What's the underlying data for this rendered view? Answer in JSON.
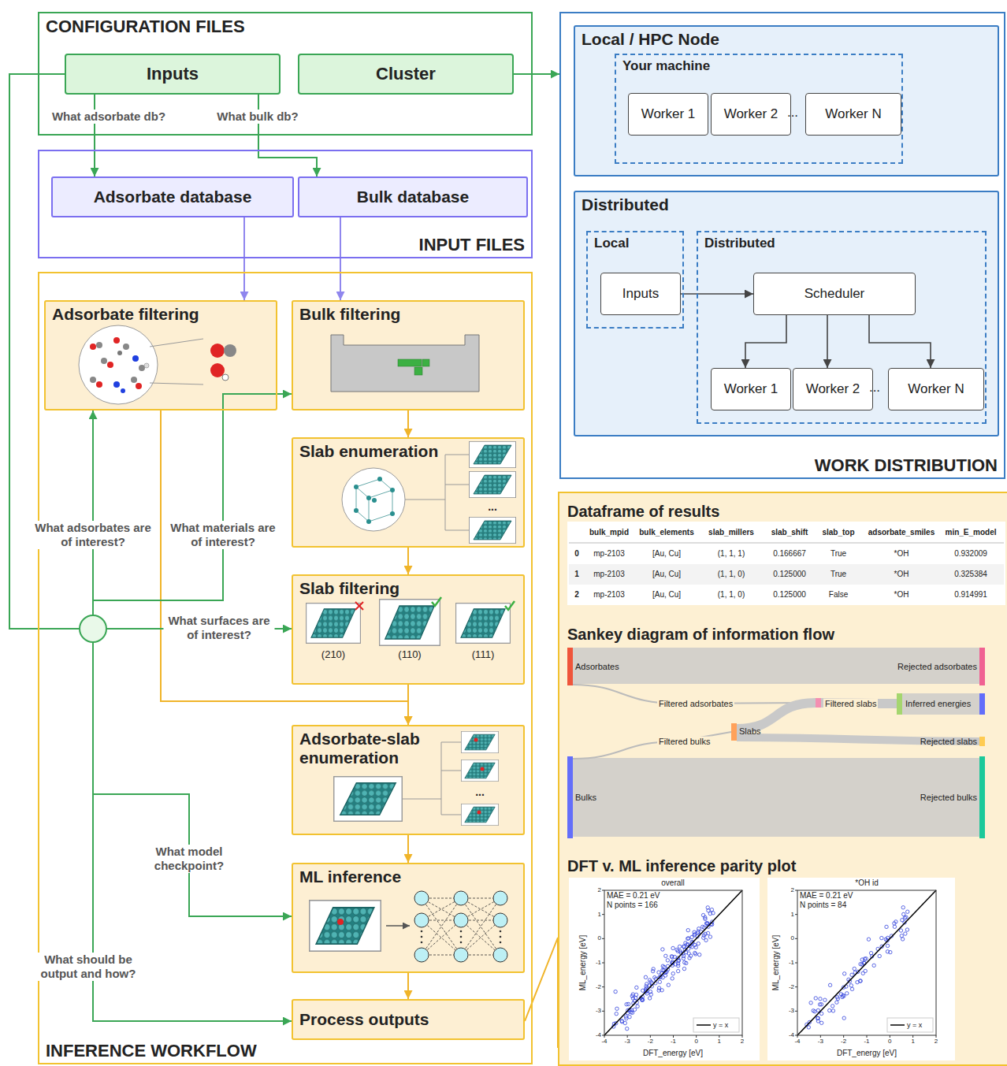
{
  "diagram": {
    "nodes": [
      {
        "text": [
          "CONFIGURATION FILES"
        ]
      },
      {
        "text": [
          "Inputs"
        ],
        "in": 0
      },
      {
        "text": [
          "Cluster"
        ],
        "in": 0
      },
      {
        "text": [
          "INPUT FILES"
        ]
      },
      {
        "text": [
          "Adsorbate database"
        ],
        "in": 3
      },
      {
        "text": [
          "Bulk database"
        ],
        "in": 3
      },
      {
        "text": [
          "INFERENCE WORKFLOW"
        ]
      },
      {
        "text": [
          "Adsorbate filtering"
        ],
        "in": 6
      },
      {
        "text": [
          "Bulk filtering"
        ],
        "in": 6
      },
      {
        "text": [
          "Slab enumeration"
        ],
        "in": 6
      },
      {
        "text": [
          "Slab filtering"
        ],
        "in": 6
      },
      {
        "text": [
          "Adsorbate-slab enumeration"
        ],
        "in": 6
      },
      {
        "text": [
          "ML inference"
        ],
        "in": 6
      },
      {
        "text": [
          "Process outputs"
        ],
        "in": 6
      },
      {
        "text": [
          "WORK DISTRIBUTION"
        ]
      },
      {
        "text": [
          "Local / HPC Node"
        ],
        "in": 14
      },
      {
        "text": [
          "Your machine"
        ],
        "in": 15
      },
      {
        "text": [
          "Worker 1"
        ],
        "in": 16
      },
      {
        "text": [
          "Worker 2"
        ],
        "in": 16
      },
      {
        "text": [
          "Worker N"
        ],
        "in": 16
      },
      {
        "text": [
          "Distributed"
        ],
        "in": 14
      },
      {
        "text": [
          "Local"
        ],
        "in": 20
      },
      {
        "text": [
          "Inputs"
        ],
        "in": 21
      },
      {
        "text": [
          "Distributed"
        ],
        "in": 20
      },
      {
        "text": [
          "Scheduler"
        ],
        "in": 23
      },
      {
        "text": [
          "Worker 1"
        ],
        "in": 23
      },
      {
        "text": [
          "Worker 2"
        ],
        "in": 23
      },
      {
        "text": [
          "Worker N"
        ],
        "in": 23
      },
      {
        "text": [
          "Dataframe of results",
          "Sankey diagram of information flow",
          "DFT v. ML inference parity plot"
        ]
      }
    ],
    "edges": [
      {
        "from": 1,
        "to": 4,
        "arrow": "to",
        "label": "What adsorbate db?"
      },
      {
        "from": 1,
        "to": 5,
        "arrow": "to",
        "label": "What bulk db?"
      },
      {
        "from": 2,
        "to": 14,
        "arrow": "to"
      },
      {
        "from": 4,
        "to": 7,
        "arrow": "to"
      },
      {
        "from": 5,
        "to": 8,
        "arrow": "to"
      },
      {
        "from": 8,
        "to": 9,
        "arrow": "to"
      },
      {
        "from": 9,
        "to": 10,
        "arrow": "to"
      },
      {
        "from": 10,
        "to": 11,
        "arrow": "to"
      },
      {
        "from": 7,
        "to": 11,
        "arrow": "to"
      },
      {
        "from": 11,
        "to": 12,
        "arrow": "to"
      },
      {
        "from": 12,
        "to": 13,
        "arrow": "to"
      },
      {
        "from": 1,
        "to": 7,
        "arrow": "to",
        "label": "What adsorbates are of interest?"
      },
      {
        "from": 1,
        "to": 8,
        "arrow": "to",
        "label": "What materials are of interest?"
      },
      {
        "from": 1,
        "to": 10,
        "arrow": "to",
        "label": "What surfaces are of interest?"
      },
      {
        "from": 1,
        "to": 12,
        "arrow": "to",
        "label": "What model checkpoint?"
      },
      {
        "from": 1,
        "to": 13,
        "arrow": "to",
        "label": "What should be output and how?"
      },
      {
        "from": 13,
        "to": 28,
        "arrow": "none"
      },
      {
        "from": 22,
        "to": 24,
        "arrow": "to"
      },
      {
        "from": 24,
        "to": 25,
        "arrow": "to"
      },
      {
        "from": 24,
        "to": 26,
        "arrow": "to"
      },
      {
        "from": 24,
        "to": 27,
        "arrow": "to"
      }
    ],
    "labels": [
      "...",
      "...",
      "...",
      "...",
      "(210)",
      "(110)",
      "(111)",
      "bulk_mpid",
      "bulk_elements",
      "slab_millers",
      "slab_shift",
      "slab_top",
      "adsorbate_smiles",
      "min_E_model",
      "0",
      "mp-2103",
      "[Au, Cu]",
      "(1, 1, 1)",
      "0.166667",
      "True",
      "*OH",
      "0.932009",
      "1",
      "mp-2103",
      "[Au, Cu]",
      "(1, 1, 0)",
      "0.125000",
      "True",
      "*OH",
      "0.325384",
      "2",
      "mp-2103",
      "[Au, Cu]",
      "(1, 1, 0)",
      "0.125000",
      "False",
      "*OH",
      "0.914991",
      "Adsorbates",
      "Rejected adsorbates",
      "Filtered adsorbates",
      "Filtered slabs",
      "Inferred energies",
      "Filtered bulks",
      "Slabs",
      "Rejected slabs",
      "Bulks",
      "Rejected bulks",
      "overall",
      "MAE = 0.21 eV",
      "N points = 166",
      "ML_energy [eV]",
      "DFT_energy [eV]",
      "*OH id",
      "MAE = 0.21 eV",
      "N points = 84",
      "ML_energy [eV]",
      "DFT_energy [eV]",
      "2",
      "1",
      "0",
      "-1",
      "-2",
      "-3",
      "-4",
      "-4",
      "-3",
      "-2",
      "-1",
      "0",
      "1",
      "2",
      "2",
      "1",
      "0",
      "-1",
      "-2",
      "-3",
      "-4",
      "-4",
      "-3",
      "-2",
      "-1",
      "0",
      "1",
      "2"
    ],
    "legend": [
      {
        "text": "y = x"
      },
      {
        "text": "y = x"
      }
    ]
  }
}
